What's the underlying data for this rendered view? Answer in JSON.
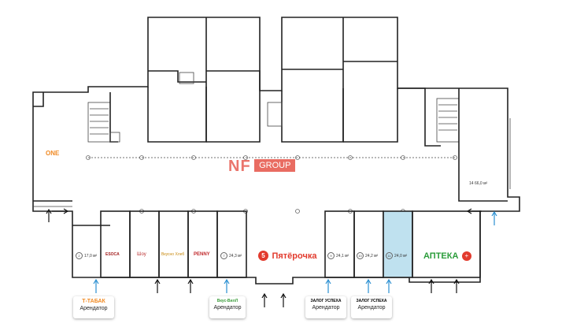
{
  "logo": {
    "prefix": "NF",
    "suffix": "GROUP"
  },
  "units": [
    {
      "no": "2",
      "area": "17,0 м²"
    },
    {
      "no": "7",
      "area": "24,3 м²"
    },
    {
      "no": "9",
      "area": "24,1 м²"
    },
    {
      "no": "10",
      "area": "24,2 м²"
    },
    {
      "no": "11",
      "area": "24,0 м²"
    },
    {
      "no": "14",
      "area": "66,0 м²"
    }
  ],
  "brands": {
    "left_big": "ONE",
    "b1": "ESOCA",
    "b2": "Шоу",
    "b3": "Вкусно Хлеб",
    "b4": "PENNY",
    "pyat": "Пятёрочка",
    "apteka": "АПТЕКА"
  },
  "cards": [
    {
      "title": "Т-ТАБАК",
      "sub": "Арендатор"
    },
    {
      "title": "Вкус-ВилЛ",
      "sub": "Арендатор"
    },
    {
      "title": "ЗАЛОГ УСПЕХА",
      "sub": "Арендатор"
    },
    {
      "title": "ЗАЛОГ УСПЕХА",
      "sub": "Арендатор"
    }
  ],
  "colors": {
    "accent": "#e23b2e",
    "highlight": "#bfe1ef",
    "arrow_blue": "#2a8fd1",
    "apteka_green": "#2a9c3a"
  }
}
